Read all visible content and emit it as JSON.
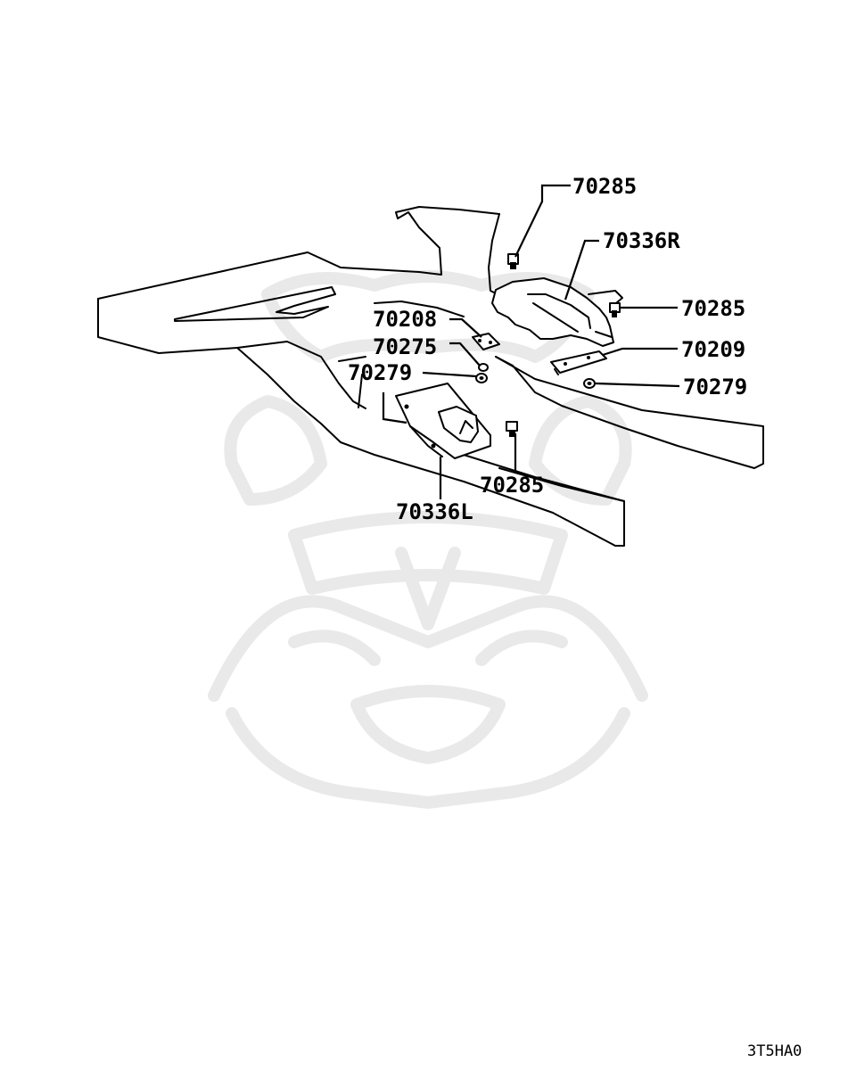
{
  "diagram": {
    "labels": {
      "l1": "70285",
      "l2": "70336R",
      "l3": "70285",
      "l4": "70208",
      "l5": "70209",
      "l6": "70275",
      "l7": "70279",
      "l8": "70279",
      "l9": "70285",
      "l10": "70336L"
    },
    "drawing_code": "3T5HA0"
  }
}
